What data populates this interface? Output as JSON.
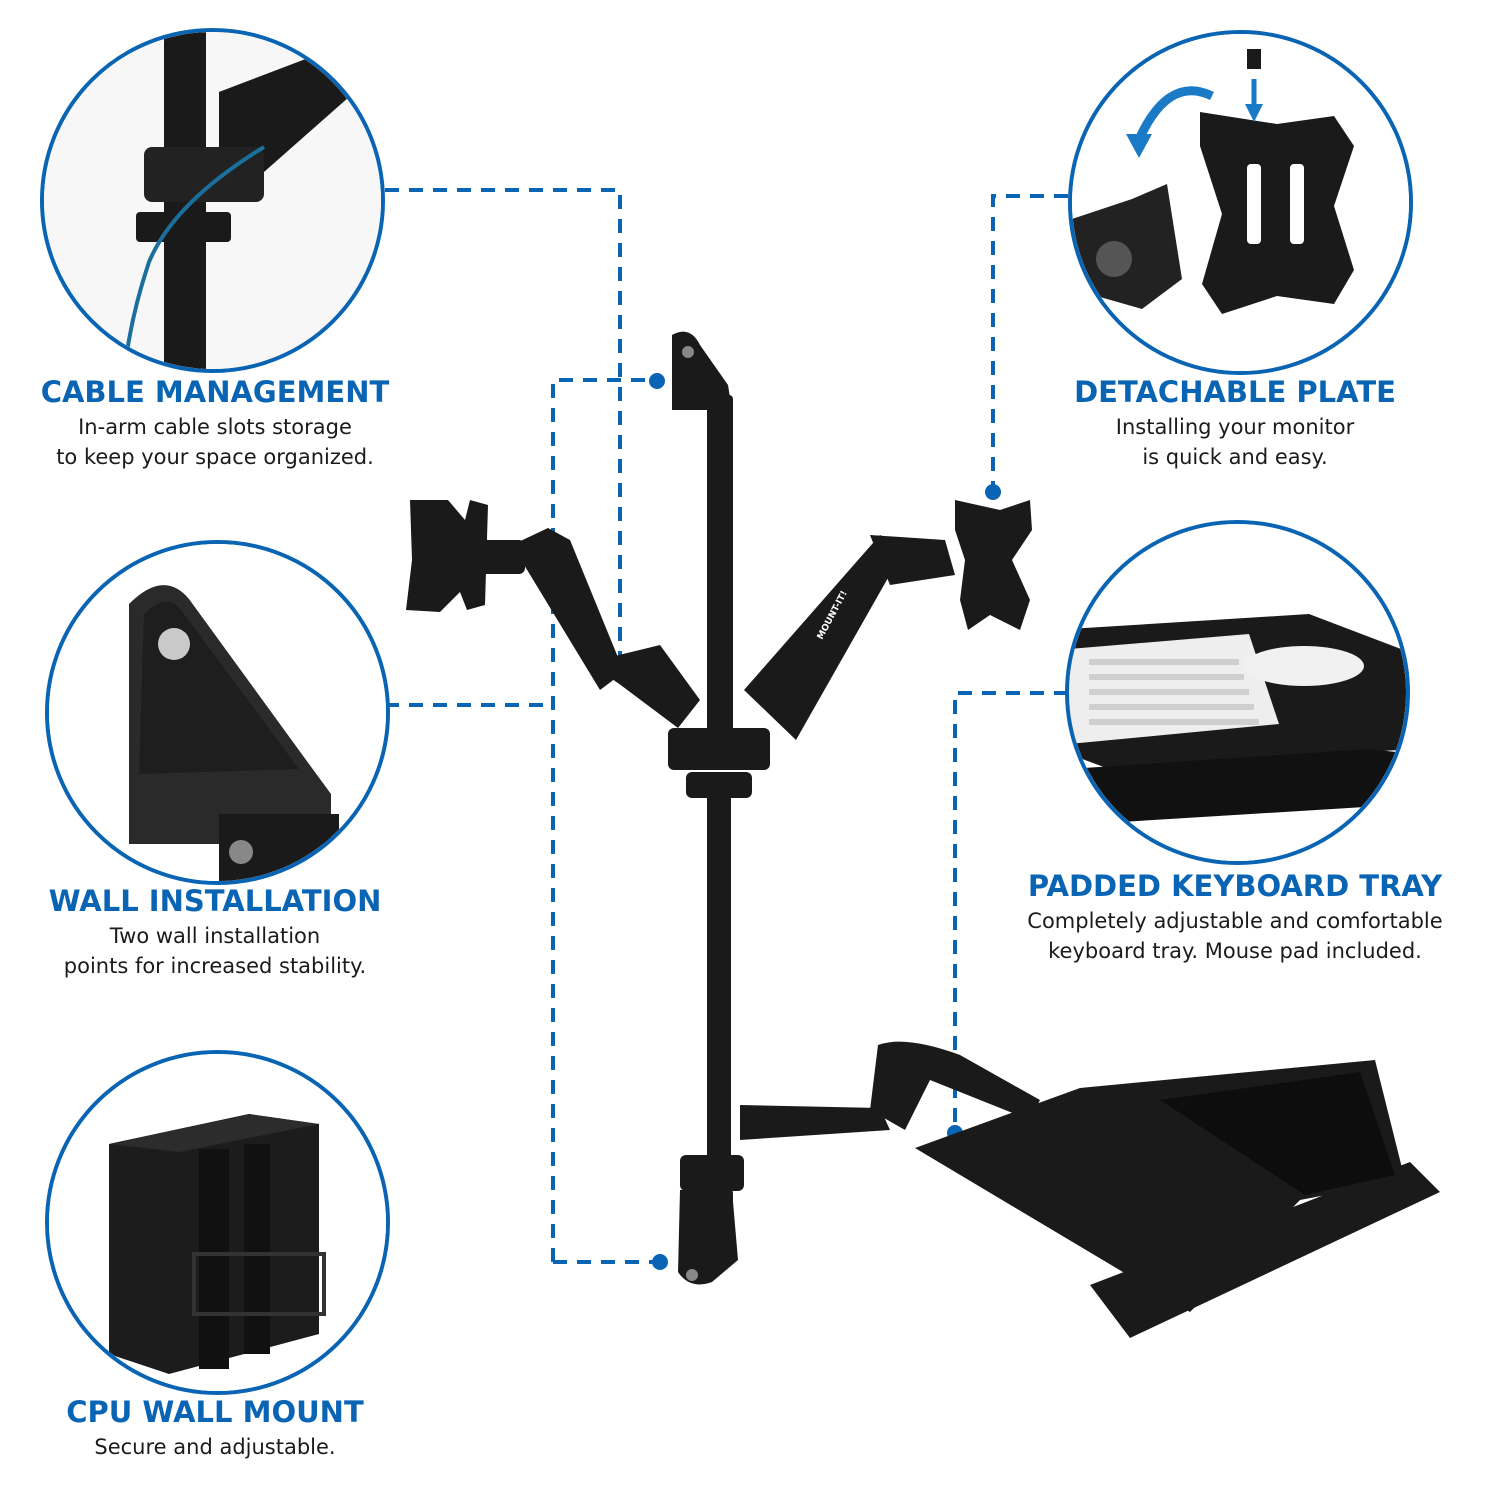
{
  "colors": {
    "accent": "#0a64b4",
    "product": "#1a1a1a",
    "text": "#1b1b1b",
    "background": "#ffffff"
  },
  "product": {
    "arm_brand": "MOUNT-IT!"
  },
  "features": [
    {
      "title": "CABLE MANAGEMENT",
      "line1": "In-arm cable slots storage",
      "line2": "to keep your space organized.",
      "icon": "cable-management-icon"
    },
    {
      "title": "WALL INSTALLATION",
      "line1": "Two wall installation",
      "line2": "points for increased stability.",
      "icon": "wall-bracket-icon"
    },
    {
      "title": "CPU WALL MOUNT",
      "line1": "Secure and adjustable.",
      "line2": "",
      "icon": "cpu-holder-icon"
    },
    {
      "title": "DETACHABLE PLATE",
      "line1": "Installing your monitor",
      "line2": "is quick and easy.",
      "icon": "vesa-plate-icon"
    },
    {
      "title": "PADDED KEYBOARD TRAY",
      "line1": "Completely adjustable and comfortable",
      "line2": "keyboard tray. Mouse pad included.",
      "icon": "keyboard-tray-icon"
    }
  ]
}
